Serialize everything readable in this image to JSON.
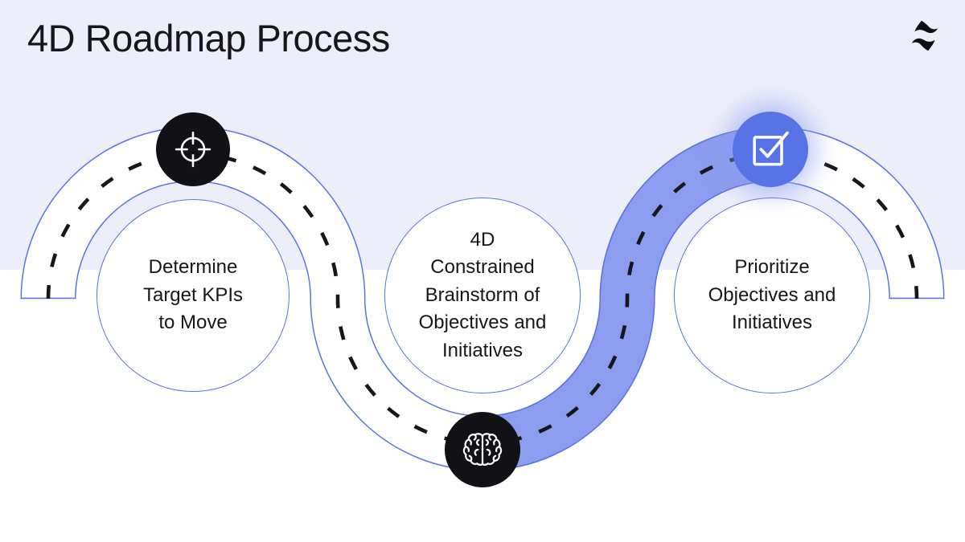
{
  "slide": {
    "title": "4D Roadmap Process",
    "brand": "reforge-logo"
  },
  "roadmap": {
    "steps": [
      {
        "index": 1,
        "icon": "target-icon",
        "label_lines": [
          "Determine",
          "Target KPIs",
          "to Move"
        ],
        "highlighted": false
      },
      {
        "index": 2,
        "icon": "brain-icon",
        "label_lines": [
          "4D",
          "Constrained",
          "Brainstorm of",
          "Objectives and",
          "Initiatives"
        ],
        "highlighted": false
      },
      {
        "index": 3,
        "icon": "checkbox-check-icon",
        "label_lines": [
          "Prioritize",
          "Objectives and",
          "Initiatives"
        ],
        "highlighted": true
      }
    ],
    "highlight_segment": "between brain node and checkbox node"
  },
  "colors": {
    "background_top": "#ECEEFA",
    "background_bottom": "#FFFFFF",
    "road_surface": "#FFFFFF",
    "road_border": "#5B74E4",
    "road_highlight_fill": "#8C9DEF",
    "dash_line": "#17171B",
    "node_dark": "#111116",
    "node_highlight": "#5873E6",
    "text": "#17171B"
  }
}
